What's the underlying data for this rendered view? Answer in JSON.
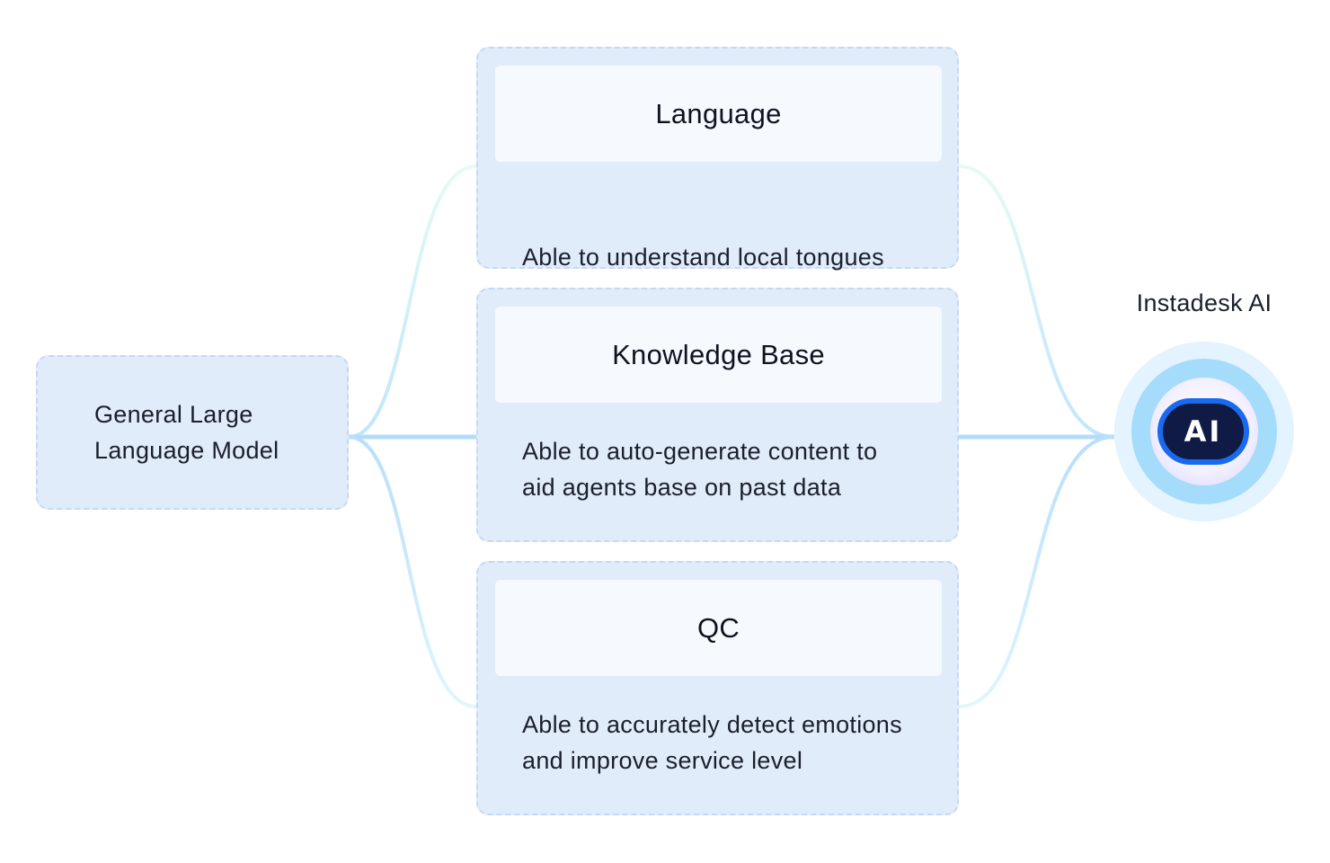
{
  "source": {
    "label": "General Large\nLanguage Model"
  },
  "capabilities": [
    {
      "title": "Language",
      "description": "Able to understand local tongues"
    },
    {
      "title": "Knowledge Base",
      "description": "Able to auto-generate content to\naid agents base on past data"
    },
    {
      "title": "QC",
      "description": "Able to accurately detect emotions\nand improve service level"
    }
  ],
  "target": {
    "label": "Instadesk AI",
    "badge": "AI"
  },
  "colors": {
    "card_fill": "#e1ecfb",
    "card_border": "#c5d8f3",
    "card_header": "#f6f9fe",
    "connector_top": "#e5fbf4",
    "connector_mid": "#b3dcfb",
    "connector_bottom": "#d7f3fd",
    "ai_badge_fill": "#0f1b44",
    "ai_badge_ring": "#1a6af0"
  },
  "icons": {
    "target_badge": "ai-badge-icon"
  }
}
